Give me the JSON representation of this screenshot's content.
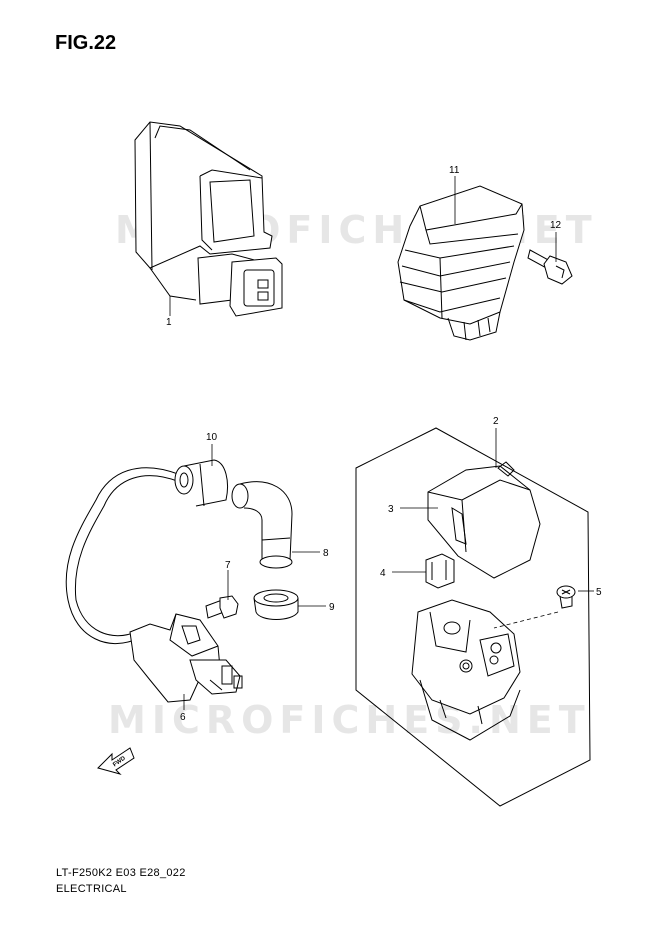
{
  "figure": {
    "title": "FIG.22",
    "model_code": "LT-F250K2 E03 E28_022",
    "section": "ELECTRICAL"
  },
  "watermark": "MICROFICHES.NET",
  "fwd_label": "FWD",
  "callouts": {
    "c1": "1",
    "c2": "2",
    "c3": "3",
    "c4": "4",
    "c5": "5",
    "c6": "6",
    "c7": "7",
    "c8": "8",
    "c9": "9",
    "c10": "10",
    "c11": "11",
    "c12": "12"
  },
  "colors": {
    "line": "#000000",
    "watermark": "#e6e6e6",
    "background": "#ffffff"
  }
}
